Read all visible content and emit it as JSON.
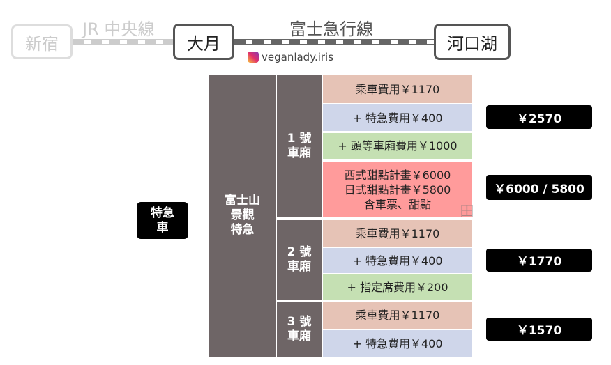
{
  "route": {
    "lines": [
      {
        "label": "JR 中央線"
      },
      {
        "label": "富士急行線"
      }
    ],
    "stations": [
      {
        "label": "新宿"
      },
      {
        "label": "大月"
      },
      {
        "label": "河口湖"
      }
    ],
    "credit": "veganlady.iris"
  },
  "train_type": "特急\n車",
  "train_name": "富士山\n景觀\n特急",
  "cars": [
    {
      "label": "1 號\n車廂",
      "rows": [
        {
          "text": "乘車費用￥1170",
          "color": "#e6c3b6"
        },
        {
          "text": "+ 特急費用￥400",
          "color": "#cfd6ea"
        },
        {
          "text": "+ 頭等車廂費用￥1000",
          "color": "#c5e0b3"
        },
        {
          "text": "西式甜點計畫￥6000\n日式甜點計畫￥5800\n含車票、甜點",
          "color": "#ff9b9b"
        }
      ]
    },
    {
      "label": "2 號\n車廂",
      "rows": [
        {
          "text": "乘車費用￥1170",
          "color": "#e6c3b6"
        },
        {
          "text": "+ 特急費用￥400",
          "color": "#cfd6ea"
        },
        {
          "text": "+ 指定席費用￥200",
          "color": "#c5e0b3"
        }
      ]
    },
    {
      "label": "3 號\n車廂",
      "rows": [
        {
          "text": "乘車費用￥1170",
          "color": "#e6c3b6"
        },
        {
          "text": "+ 特急費用￥400",
          "color": "#cfd6ea"
        }
      ]
    }
  ],
  "prices": [
    "￥2570",
    "￥6000 / 5800",
    "￥1770",
    "￥1570"
  ],
  "watermark": "田女子"
}
